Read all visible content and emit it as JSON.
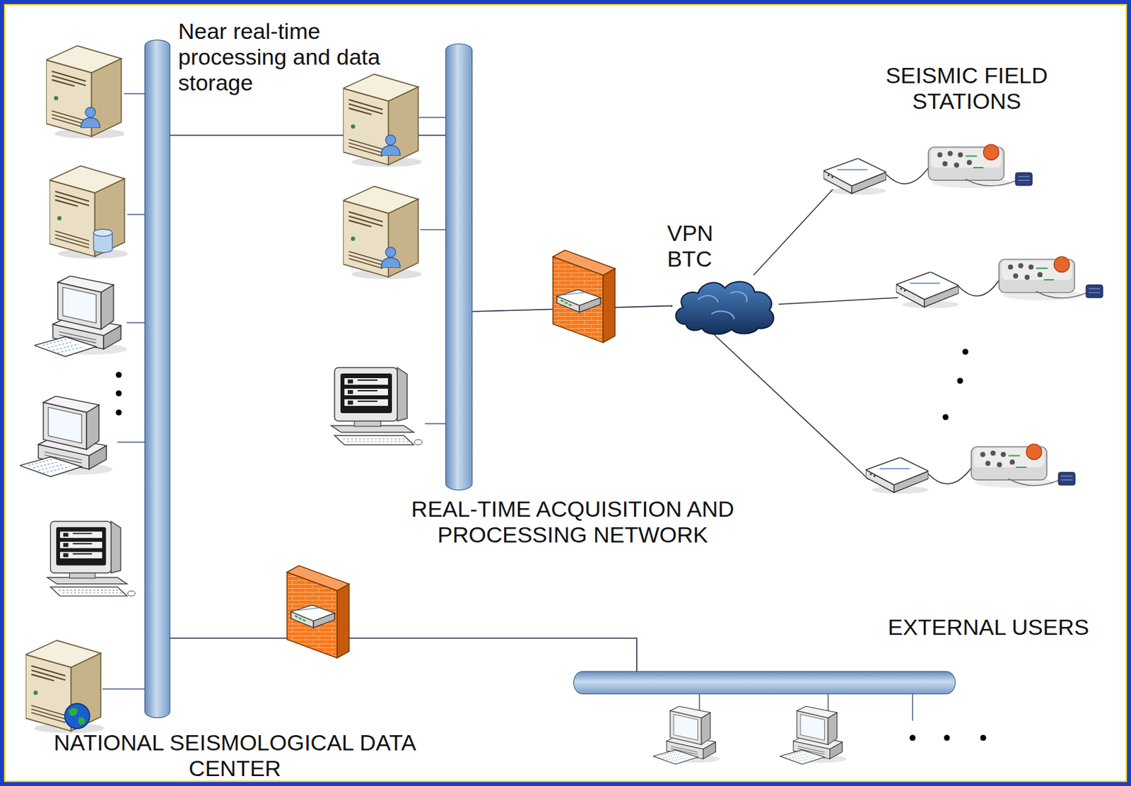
{
  "diagram": {
    "nodes": [
      {
        "text": [
          "NATIONAL SEISMOLOGICAL DATA CENTER"
        ]
      },
      {
        "text": [
          "REAL-TIME ACQUISITION AND PROCESSING NETWORK"
        ]
      },
      {
        "text": [
          "VPN BTC"
        ]
      },
      {
        "text": [
          "EXTERNAL USERS"
        ]
      }
    ],
    "edges": [
      {
        "from": 0,
        "to": 1,
        "arrow": "none"
      },
      {
        "from": 1,
        "to": 2,
        "arrow": "none"
      },
      {
        "from": 0,
        "to": 3,
        "arrow": "none"
      }
    ],
    "labels": [
      "Near real-time processing and data storage",
      "SEISMIC FIELD STATIONS"
    ]
  }
}
